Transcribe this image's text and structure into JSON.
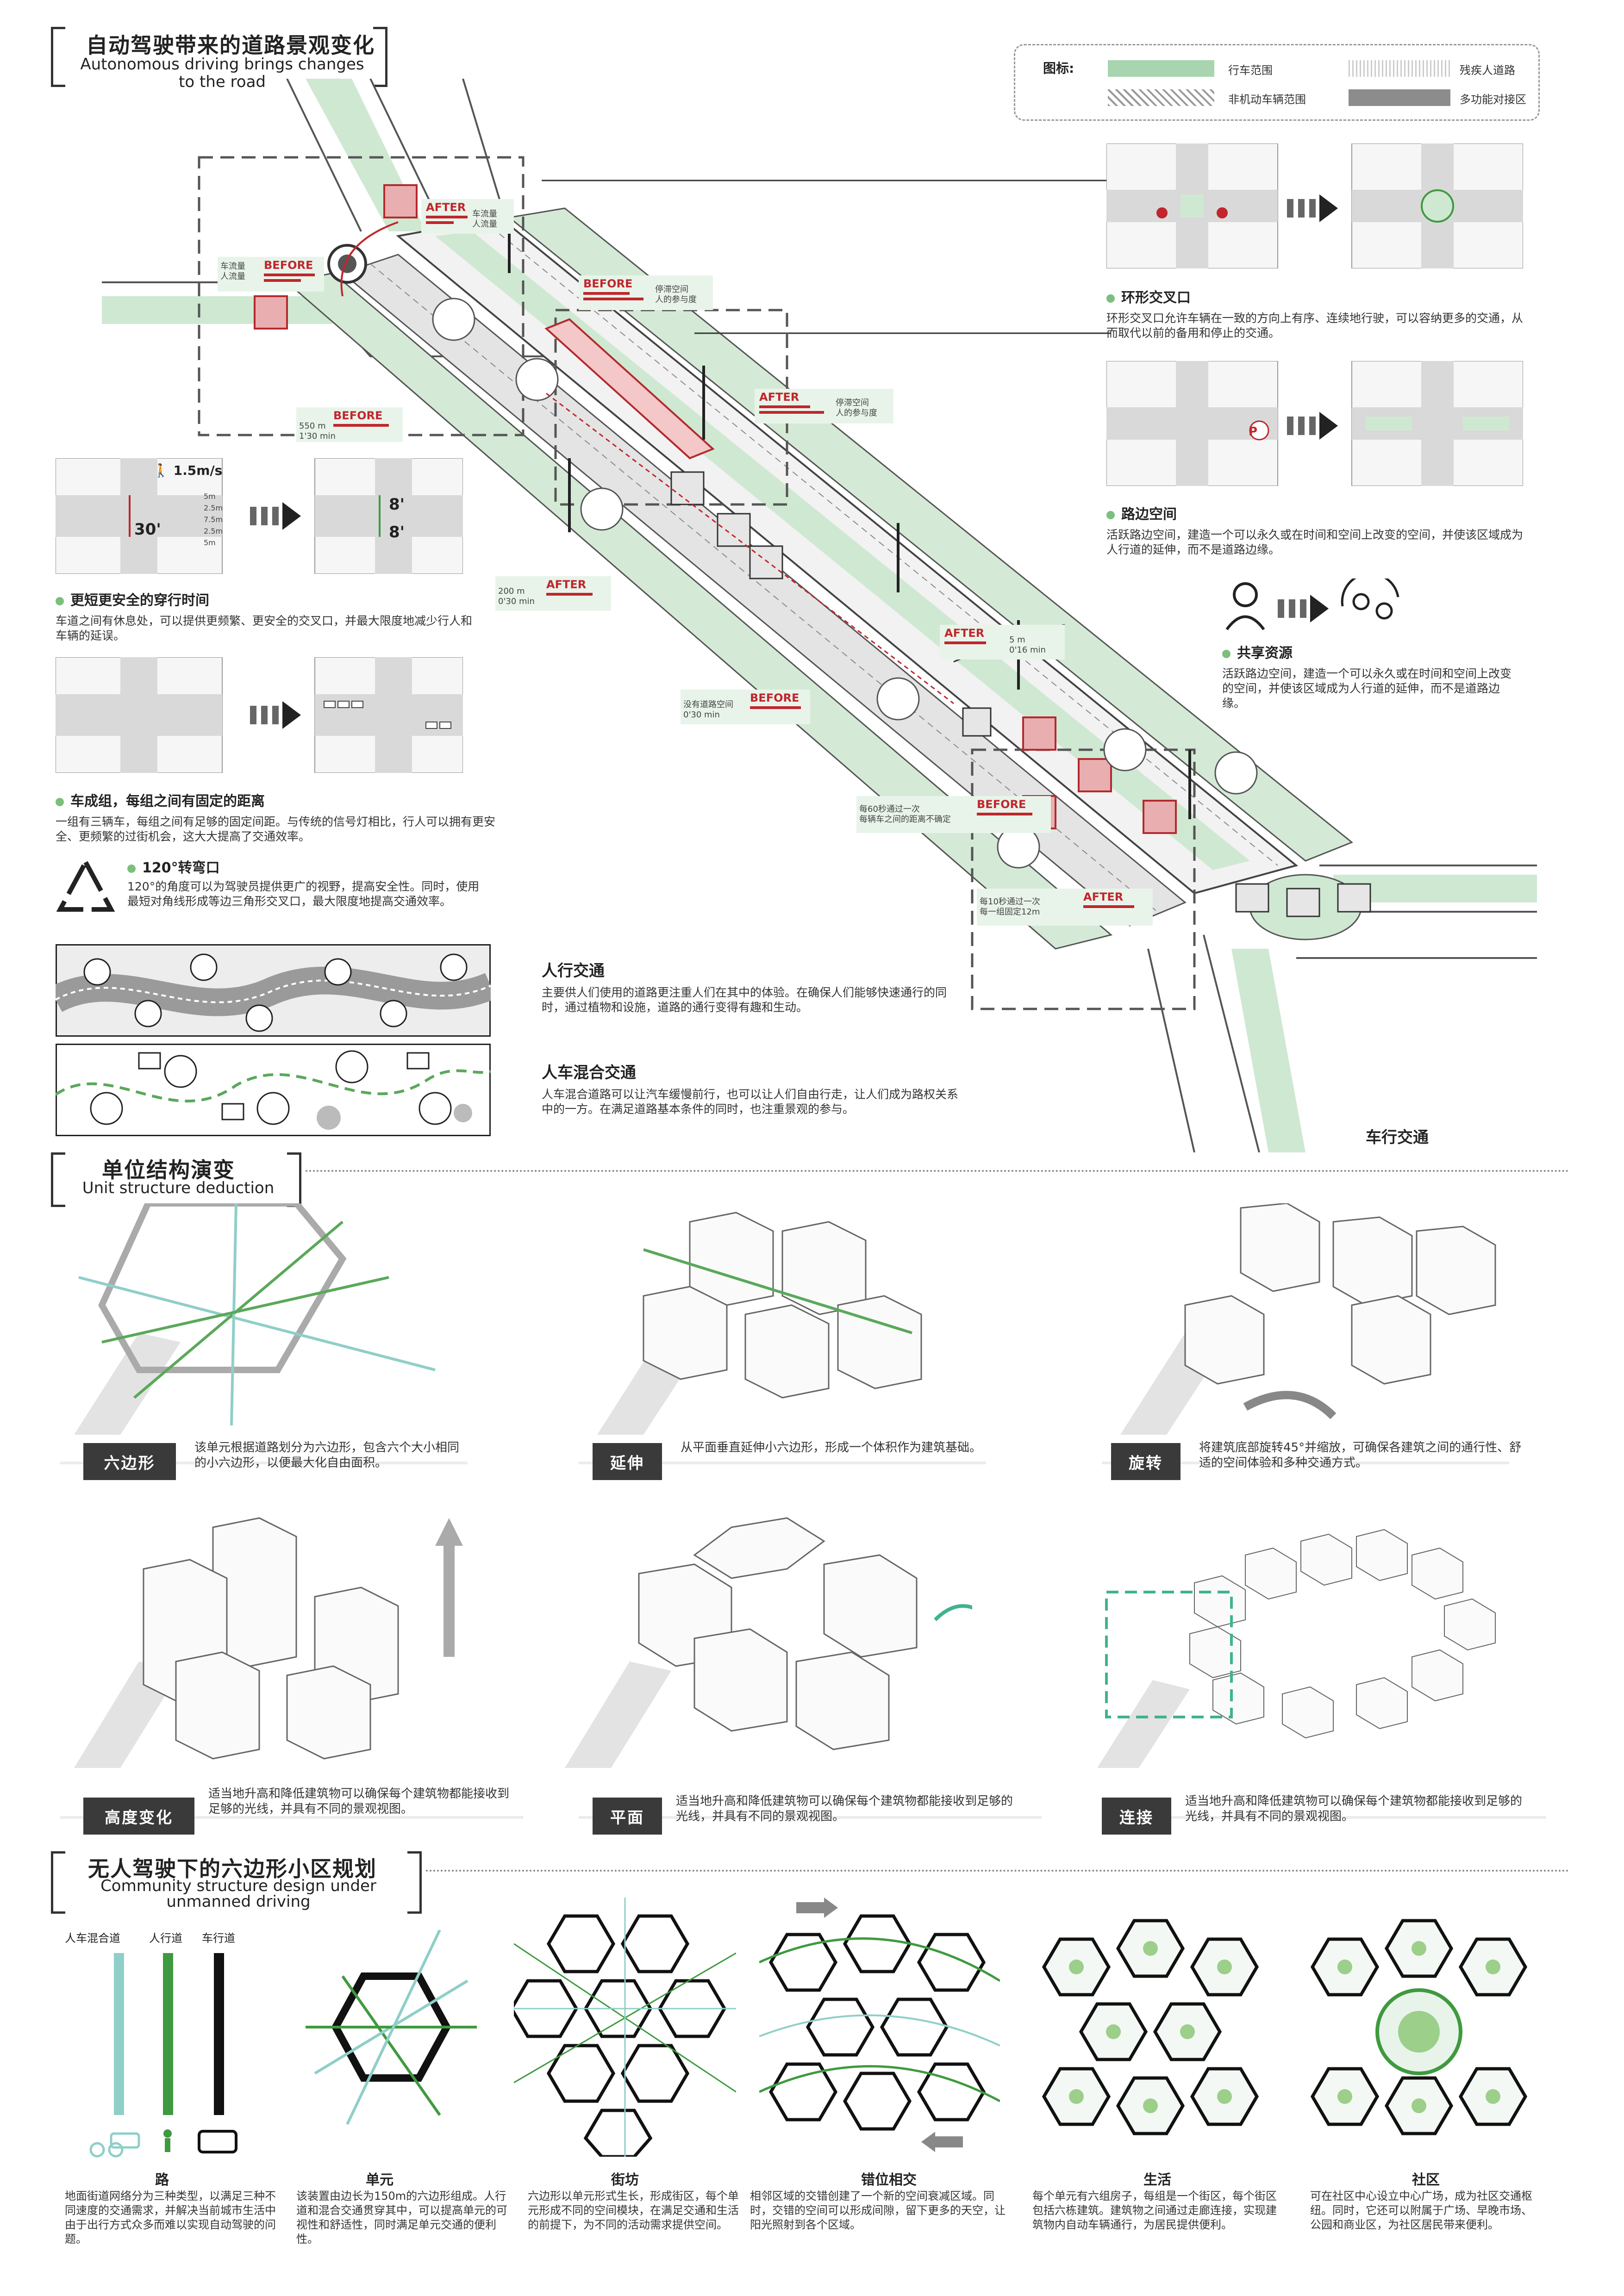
{
  "top": {
    "title_cn": "自动驾驶带来的道路景观变化",
    "title_en_1": "Autonomous driving brings changes",
    "title_en_2": "to the road"
  },
  "legend": {
    "label": "图标:",
    "items": [
      "行车范围",
      "残疾人道路",
      "非机动车辆范围",
      "多功能对接区"
    ],
    "colors": {
      "traffic": "#a8d5b0",
      "disabled": "#d9d9d9",
      "bike": "#bdbdbd",
      "dock": "#8c8c8c"
    }
  },
  "intersection": {
    "roundabout_title": "环形交叉口",
    "roundabout_desc": "环形交叉口允许车辆在一致的方向上有序、连续地行驶，可以容纳更多的交通，从而取代以前的备用和停止的交通。",
    "curb_title": "路边空间",
    "curb_desc": "活跃路边空间，建造一个可以永久或在时间和空间上改变的空间，并使该区域成为人行道的延伸，而不是道路边缘。",
    "share_title": "共享资源",
    "share_desc": "活跃路边空间，建造一个可以永久或在时间和空间上改变的空间，并使该区域成为人行道的延伸，而不是道路边缘。",
    "parking_icon": "P"
  },
  "left": {
    "walk_speed": "1.5m/s",
    "lanes": [
      "5m",
      "2.5m",
      "7.5m",
      "2.5m",
      "5m"
    ],
    "time_before": "30'",
    "time_after_1": "8'",
    "time_after_2": "8'",
    "crossing_title": "更短更安全的穿行时间",
    "crossing_desc": "车道之间有休息处，可以提供更频繁、更安全的交叉口，并最大限度地减少行人和车辆的延误。",
    "platoon_title": "车成组，每组之间有固定的距离",
    "platoon_desc": "一组有三辆车，每组之间有足够的固定间距。与传统的信号灯相比，行人可以拥有更安全、更频繁的过街机会，这大大提高了交通效率。",
    "turn_title": "120°转弯口",
    "turn_desc": "120°的角度可以为驾驶员提供更广的视野，提高安全性。同时，使用最短对角线形成等边三角形交叉口，最大限度地提高交通效率。"
  },
  "tags": {
    "before": "BEFORE",
    "after": "AFTER",
    "flow_a_1": "车流量",
    "flow_a_2": "人流量",
    "flow_b_1": "车流量",
    "flow_b_2": "人流量",
    "stay_1": "停滞空间",
    "stay_2": "人的参与度",
    "stay_3": "停滞空间",
    "stay_4": "人的参与度",
    "dist_1": "550 m",
    "dist_1b": "1'30 min",
    "dist_2": "200 m",
    "dist_2b": "0'30 min",
    "dist_3": "5 m",
    "dist_3b": "0'16 min",
    "dist_4": "没有道路空间",
    "dist_4b": "0'30 min",
    "platoon_1": "每60秒通过一次",
    "platoon_1b": "每辆车之间的距离不确定",
    "platoon_2": "每10秒通过一次",
    "platoon_2b": "每一组固定12m"
  },
  "traffic": {
    "ped_title": "人行交通",
    "ped_desc": "主要供人们使用的道路更注重人们在其中的体验。在确保人们能够快速通行的同时，通过植物和设施，道路的通行变得有趣和生动。",
    "mixed_title": "人车混合交通",
    "mixed_desc": "人车混合道路可以让汽车缓慢前行，也可以让人们自由行走，让人们成为路权关系中的一方。在满足道路基本条件的同时，也注重景观的参与。",
    "vehicle_label": "车行交通"
  },
  "unit": {
    "title_cn": "单位结构演变",
    "title_en": "Unit structure deduction",
    "steps": [
      {
        "label": "六边形",
        "desc": "该单元根据道路划分为六边形，包含六个大小相同的小六边形，以便最大化自由面积。"
      },
      {
        "label": "延伸",
        "desc": "从平面垂直延伸小六边形，形成一个体积作为建筑基础。"
      },
      {
        "label": "旋转",
        "desc": "将建筑底部旋转45°并缩放，可确保各建筑之间的通行性、舒适的空间体验和多种交通方式。"
      },
      {
        "label": "高度变化",
        "desc": "适当地升高和降低建筑物可以确保每个建筑物都能接收到足够的光线，并具有不同的景观视图。"
      },
      {
        "label": "平面",
        "desc": "适当地升高和降低建筑物可以确保每个建筑物都能接收到足够的光线，并具有不同的景观视图。"
      },
      {
        "label": "连接",
        "desc": "适当地升高和降低建筑物可以确保每个建筑物都能接收到足够的光线，并具有不同的景观视图。"
      }
    ]
  },
  "community": {
    "title_cn": "无人驾驶下的六边形小区规划",
    "title_en_1": "Community structure design under",
    "title_en_2": "unmanned driving",
    "road_types": [
      "人车混合道",
      "人行道",
      "车行道"
    ],
    "road_colors": [
      "#8fcfc8",
      "#3f9a3f",
      "#111111"
    ],
    "panels": [
      {
        "label": "路",
        "desc": "地面街道网络分为三种类型，以满足三种不同速度的交通需求，并解决当前城市生活中由于出行方式众多而难以实现自动驾驶的问题。"
      },
      {
        "label": "单元",
        "desc": "该装置由边长为150m的六边形组成。人行道和混合交通贯穿其中，可以提高单元的可视性和舒适性，同时满足单元交通的便利性。"
      },
      {
        "label": "街坊",
        "desc": "六边形以单元形式生长，形成街区，每个单元形成不同的空间模块，在满足交通和生活的前提下，为不同的活动需求提供空间。"
      },
      {
        "label": "错位相交",
        "desc": "相邻区域的交错创建了一个新的空间衰减区域。同时，交错的空间可以形成间隙，留下更多的天空，让阳光照射到各个区域。"
      },
      {
        "label": "生活",
        "desc": "每个单元有六组房子，每组是一个街区，每个街区包括六栋建筑。建筑物之间通过走廊连接，实现建筑物内自动车辆通行，为居民提供便利。"
      },
      {
        "label": "社区",
        "desc": "可在社区中心设立中心广场，成为社区交通枢纽。同时，它还可以附属于广场、早晚市场、公园和商业区，为社区居民带来便利。"
      }
    ]
  }
}
